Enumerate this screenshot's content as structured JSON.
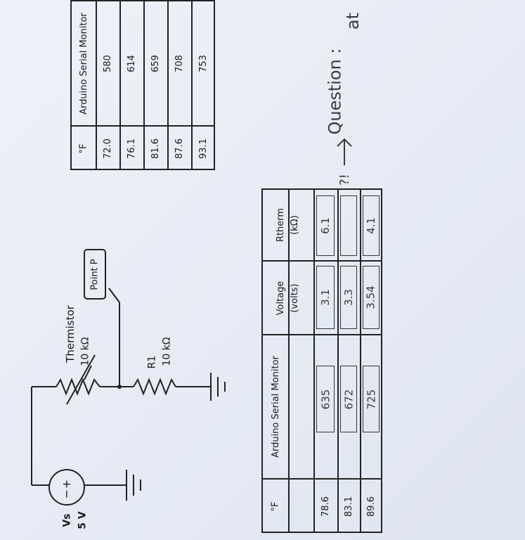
{
  "top_table": {
    "headers": [
      "°F",
      "Arduino Serial Monitor"
    ],
    "rows": [
      [
        "72.0",
        "580"
      ],
      [
        "76.1",
        "614"
      ],
      [
        "81.6",
        "659"
      ],
      [
        "87.6",
        "708"
      ],
      [
        "93.1",
        "753"
      ]
    ]
  },
  "bottom_table": {
    "headers": [
      "°F",
      "Arduino Serial Monitor",
      "Voltage (volts)",
      "Rtherm (kΩ)"
    ],
    "rows": [
      [
        "78.6",
        "635",
        "3.1",
        "6.1"
      ],
      [
        "83.1",
        "672",
        "3.3",
        ""
      ],
      [
        "89.6",
        "725",
        "3.54",
        "4.1"
      ]
    ]
  },
  "circuit": {
    "source_label": "Vs",
    "source_value": "5 V",
    "plus": "+",
    "minus": "−",
    "thermistor_label": "Thermistor",
    "thermistor_value": "10 kΩ",
    "r1_label": "R1",
    "r1_value": "10 kΩ",
    "point_label": "Point P"
  },
  "note": {
    "mark": "?!",
    "question": "Question :",
    "line2": "at"
  }
}
